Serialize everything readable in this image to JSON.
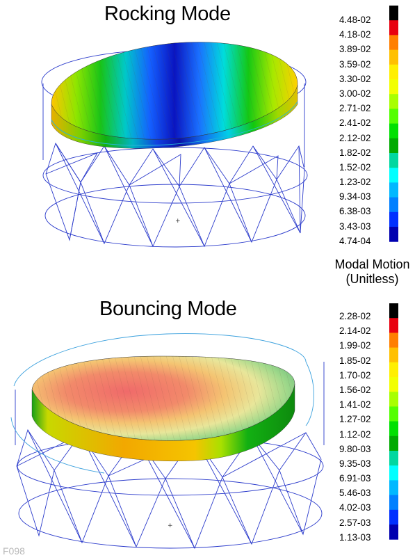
{
  "panels": [
    {
      "title": "Rocking Mode",
      "scale_colors": [
        "#000000",
        "#e8000f",
        "#ff7f00",
        "#ffc000",
        "#ffef00",
        "#f2ff00",
        "#a8ff00",
        "#54ff00",
        "#00e000",
        "#00aa00",
        "#00d7a0",
        "#00ffff",
        "#00b8ff",
        "#0080ff",
        "#0030ff",
        "#0000b0"
      ],
      "scale_labels": [
        "4.48-02",
        "4.18-02",
        "3.89-02",
        "3.59-02",
        "3.30-02",
        "3.00-02",
        "2.71-02",
        "2.41-02",
        "2.12-02",
        "1.82-02",
        "1.52-02",
        "1.23-02",
        "9.34-03",
        "6.38-03",
        "3.43-03",
        "4.74-04"
      ]
    },
    {
      "title": "Bouncing Mode",
      "scale_colors": [
        "#000000",
        "#e8000f",
        "#ff7f00",
        "#ffc000",
        "#ffef00",
        "#f2ff00",
        "#a8ff00",
        "#54ff00",
        "#00e000",
        "#00aa00",
        "#00d7a0",
        "#00ffff",
        "#00b8ff",
        "#0080ff",
        "#0030ff",
        "#0000b0"
      ],
      "scale_labels": [
        "2.28-02",
        "2.14-02",
        "1.99-02",
        "1.85-02",
        "1.70-02",
        "1.56-02",
        "1.41-02",
        "1.27-02",
        "1.12-02",
        "9.80-03",
        "9.35-03",
        "6.91-03",
        "5.46-03",
        "4.02-03",
        "2.57-03",
        "1.13-03"
      ]
    }
  ],
  "legend_caption_line1": "Modal Motion",
  "legend_caption_line2": "(Unitless)",
  "figure_id": "F098",
  "colors": {
    "frame": "#2233cc",
    "frame_light": "#3aa0dd",
    "mesh": "#7a5a2a"
  }
}
